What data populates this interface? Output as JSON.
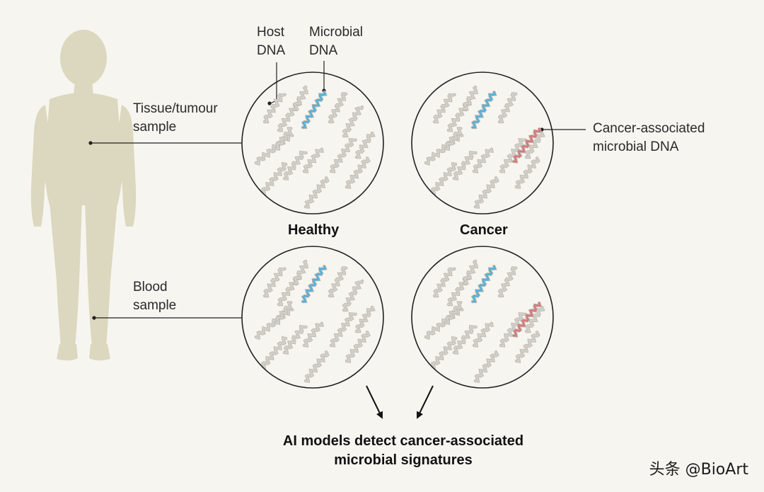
{
  "labels": {
    "host_dna": [
      "Host",
      "DNA"
    ],
    "microbial_dna": [
      "Microbial",
      "DNA"
    ],
    "tissue_sample": [
      "Tissue/tumour",
      "sample"
    ],
    "blood_sample": [
      "Blood",
      "sample"
    ],
    "cancer_microbial_dna": [
      "Cancer-associated",
      "microbial DNA"
    ]
  },
  "conditions": {
    "healthy": "Healthy",
    "cancer": "Cancer"
  },
  "caption": [
    "AI models detect cancer-associated",
    "microbial signatures"
  ],
  "watermark": "头条 @BioArt",
  "colors": {
    "background": "#f7f5f0",
    "body_silhouette": "#dcd8bf",
    "host_dna": "#d2d0c9",
    "microbial_dna": "#5ab0d8",
    "cancer_microbial_dna": "#d9787c",
    "circle_stroke": "#222222"
  }
}
